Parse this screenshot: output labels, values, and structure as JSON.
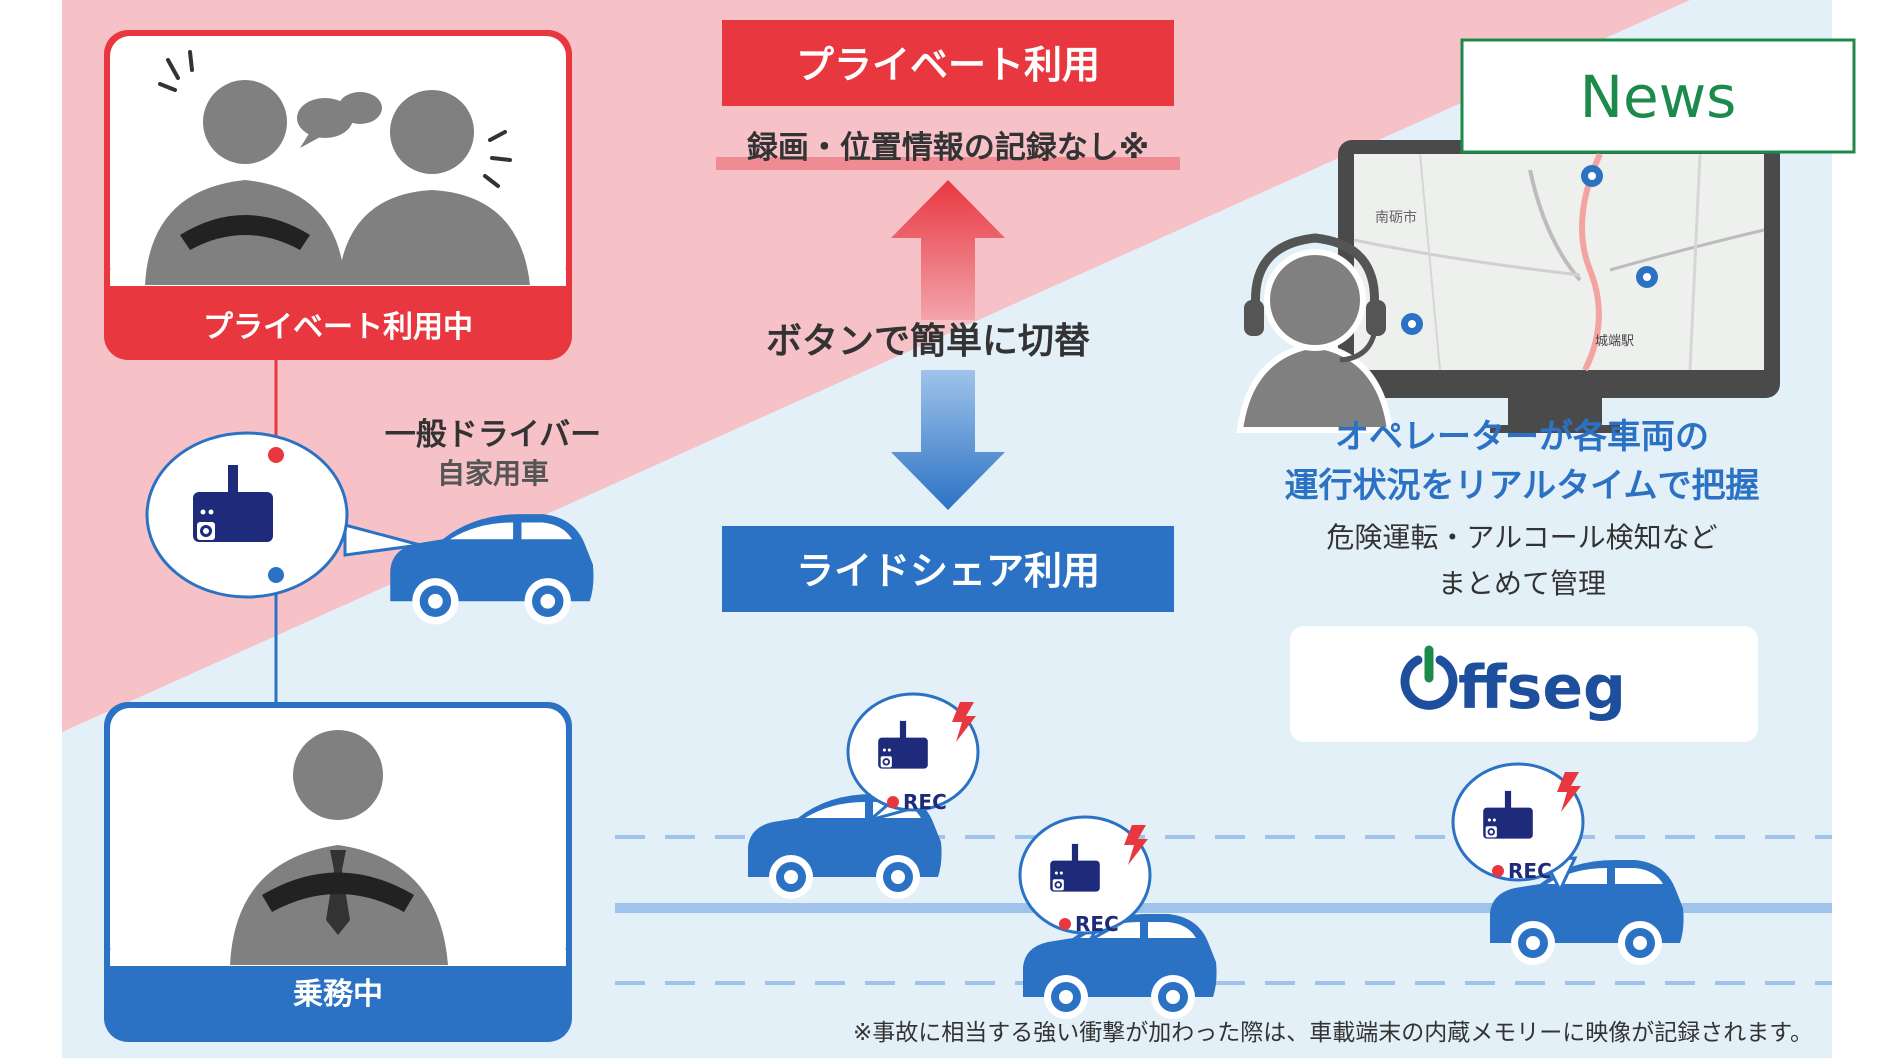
{
  "news_badge": {
    "label": "News",
    "color": "#1b8a4a"
  },
  "colors": {
    "pink_bg": "#f7c1c8",
    "blue_bg": "#e3f0f8",
    "red": "#e8373f",
    "blue": "#2c72c4",
    "navy": "#1e2a7a",
    "gray": "#808080",
    "dark_gray": "#3d3d3d"
  },
  "private_mode": {
    "header": "プライベート利用",
    "note": "録画・位置情報の記録なし※",
    "person_panel_label": "プライベート利用中"
  },
  "switch_label": "ボタンで簡単に切替",
  "rideshare_mode": {
    "header": "ライドシェア利用",
    "person_panel_label": "乗務中"
  },
  "driver": {
    "title": "一般ドライバー",
    "subtitle": "自家用車"
  },
  "operator": {
    "line1": "オペレーターが各車両の",
    "line2": "運行状況をリアルタイムで把握",
    "sub1": "危険運転・アルコール検知など",
    "sub2": "まとめて管理"
  },
  "map_labels": [
    "南砺市",
    "城端駅"
  ],
  "logo": {
    "text": "Offseg"
  },
  "rec_label": "REC",
  "footnote": "※事故に相当する強い衝撃が加わった際は、車載端末の内蔵メモリーに映像が記録されます。"
}
